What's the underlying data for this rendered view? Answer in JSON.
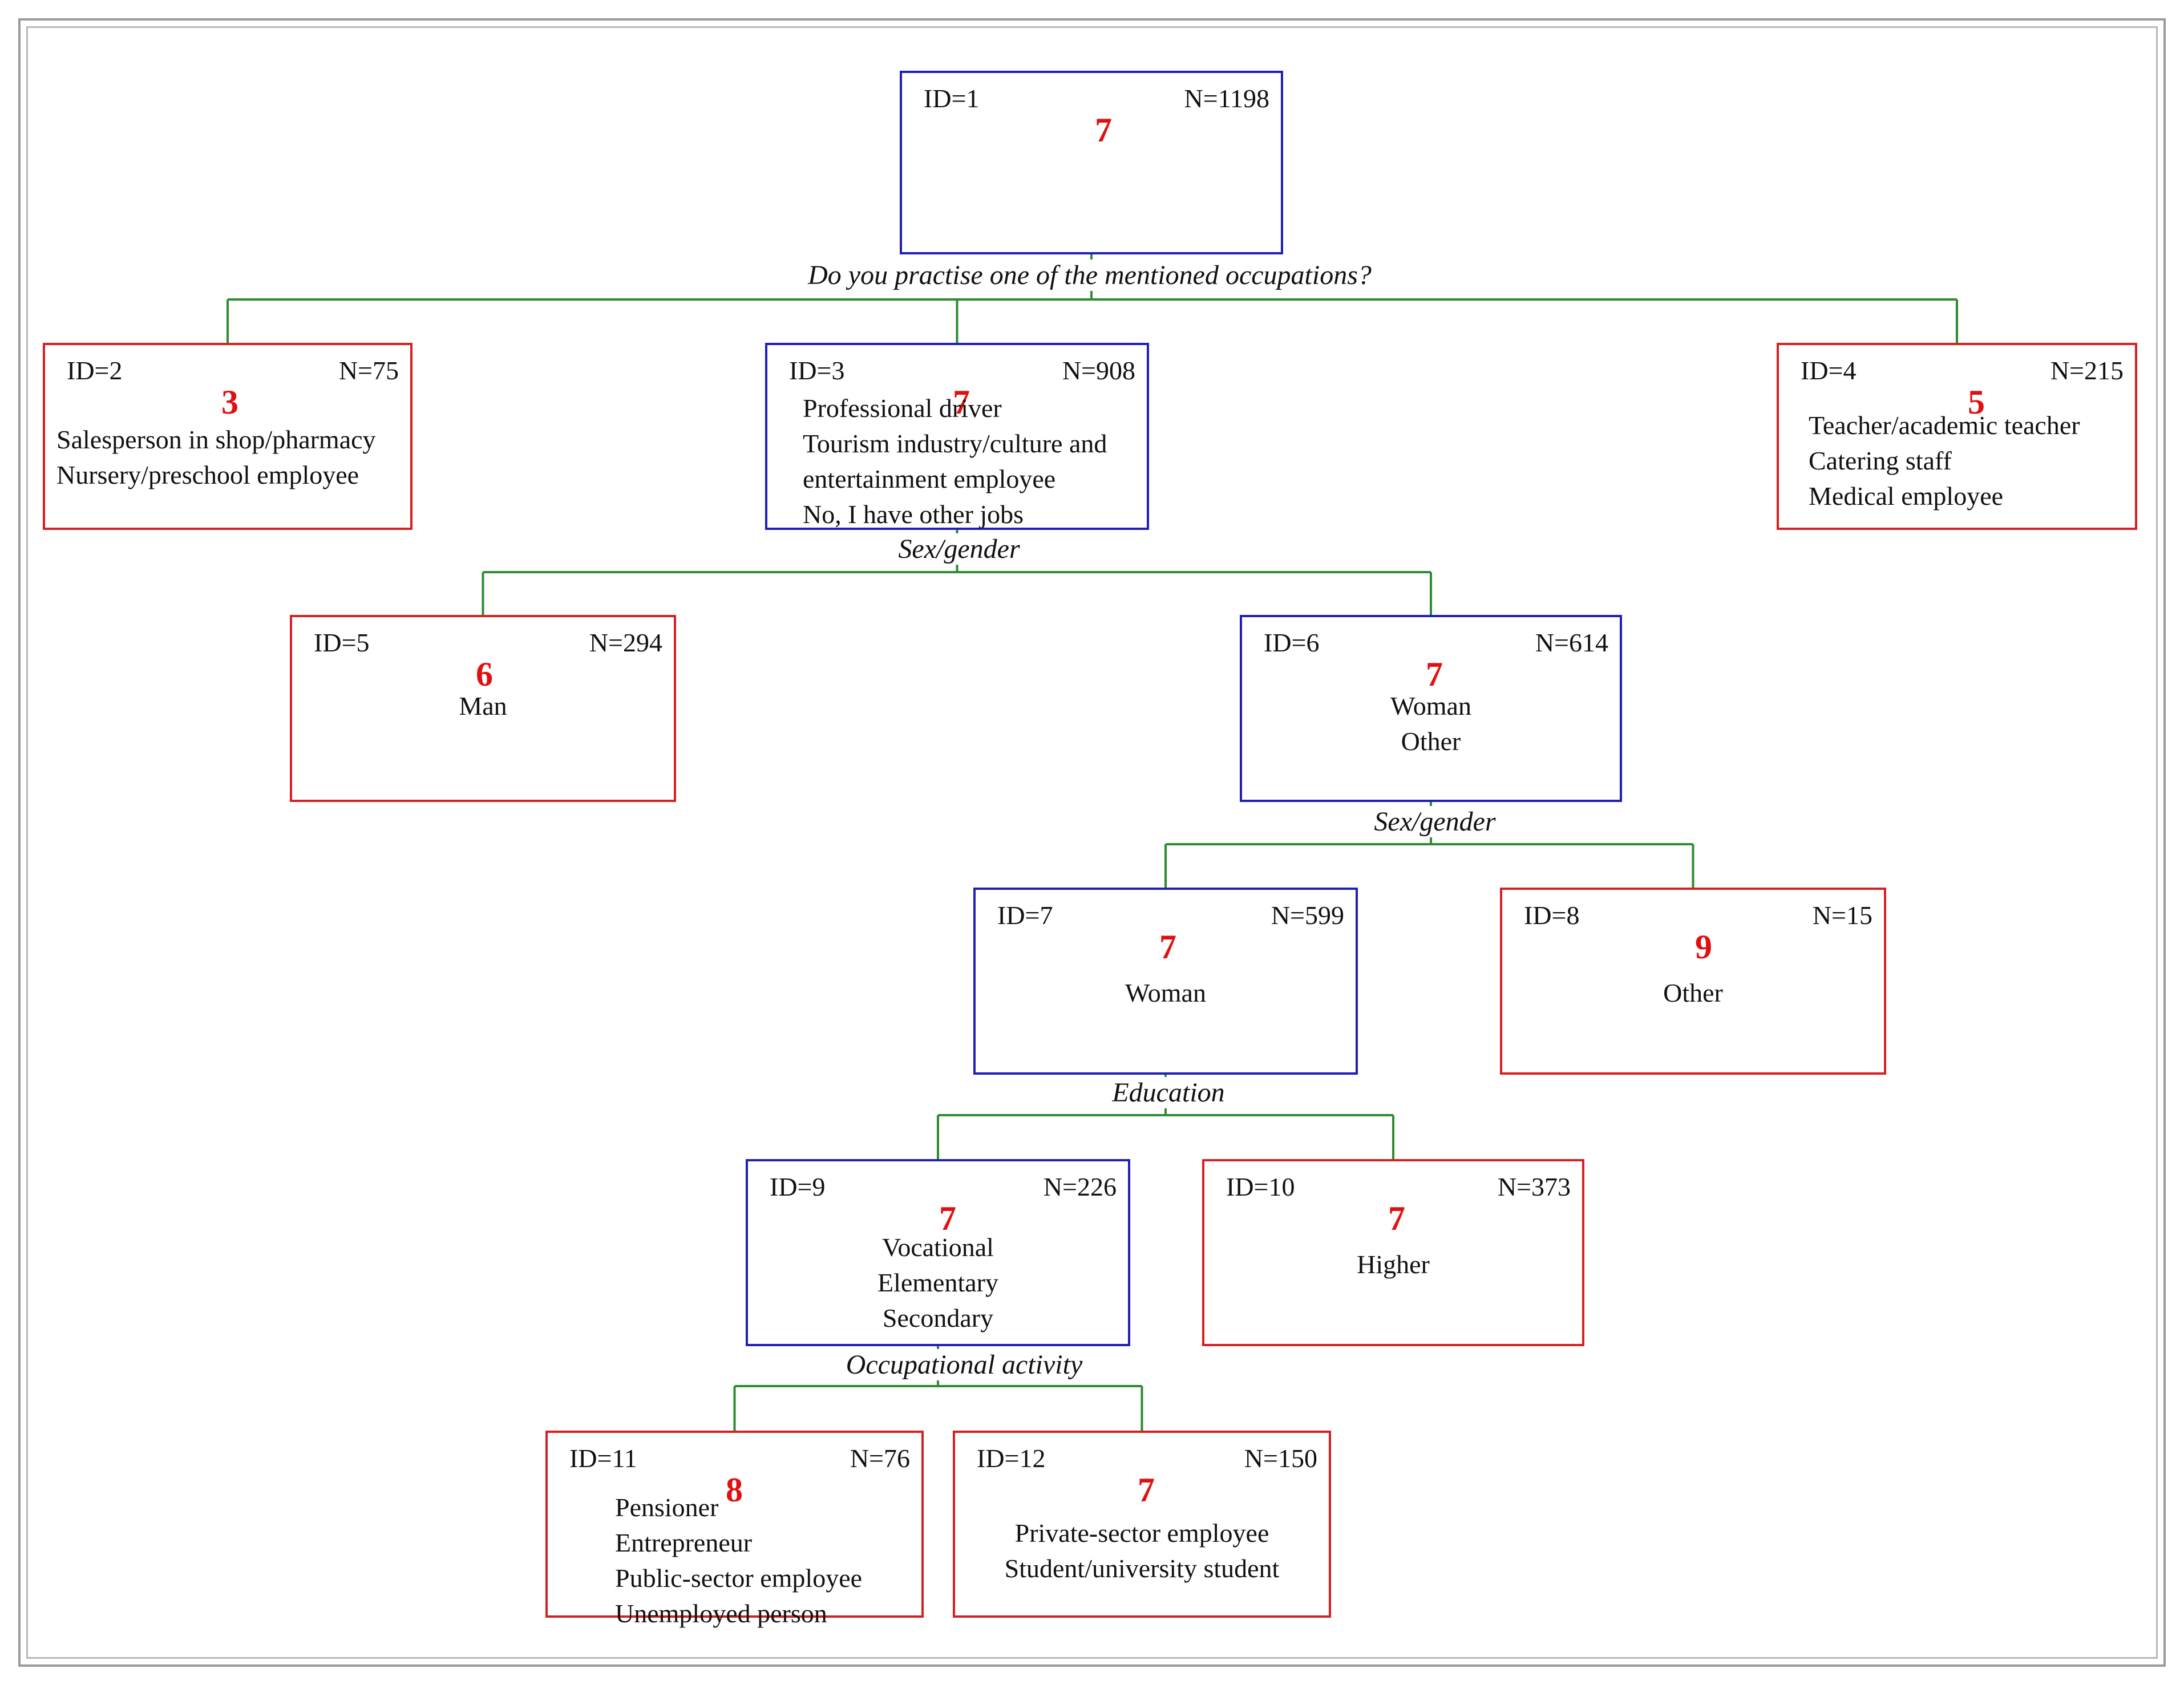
{
  "nodes": [
    {
      "id_label": "ID=1",
      "n_label": "N=1198",
      "value": "7",
      "color": "#1f1fb8",
      "categories": []
    },
    {
      "id_label": "ID=2",
      "n_label": "N=75",
      "value": "3",
      "color": "#d62020",
      "categories": [
        "Salesperson in shop/pharmacy",
        "Nursery/preschool employee"
      ]
    },
    {
      "id_label": "ID=3",
      "n_label": "N=908",
      "value": "7",
      "color": "#1f1fb8",
      "categories": [
        "Professional driver",
        "Tourism industry/culture and",
        "entertainment employee",
        "No, I have other jobs"
      ]
    },
    {
      "id_label": "ID=4",
      "n_label": "N=215",
      "value": "5",
      "color": "#d62020",
      "categories": [
        "Teacher/academic teacher",
        "Catering staff",
        "Medical employee"
      ]
    },
    {
      "id_label": "ID=5",
      "n_label": "N=294",
      "value": "6",
      "color": "#d62020",
      "categories": [
        "Man"
      ]
    },
    {
      "id_label": "ID=6",
      "n_label": "N=614",
      "value": "7",
      "color": "#1f1fb8",
      "categories": [
        "Woman",
        "Other"
      ]
    },
    {
      "id_label": "ID=7",
      "n_label": "N=599",
      "value": "7",
      "color": "#1f1fb8",
      "categories": [
        "Woman"
      ]
    },
    {
      "id_label": "ID=8",
      "n_label": "N=15",
      "value": "9",
      "color": "#d62020",
      "categories": [
        "Other"
      ]
    },
    {
      "id_label": "ID=9",
      "n_label": "N=226",
      "value": "7",
      "color": "#1f1fb8",
      "categories": [
        "Vocational",
        "Elementary",
        "Secondary"
      ]
    },
    {
      "id_label": "ID=10",
      "n_label": "N=373",
      "value": "7",
      "color": "#d62020",
      "categories": [
        "Higher"
      ]
    },
    {
      "id_label": "ID=11",
      "n_label": "N=76",
      "value": "8",
      "color": "#d62020",
      "categories": [
        "Pensioner",
        "Entrepreneur",
        "Public-sector employee",
        "Unemployed person"
      ]
    },
    {
      "id_label": "ID=12",
      "n_label": "N=150",
      "value": "7",
      "color": "#d62020",
      "categories": [
        "Private-sector employee",
        "Student/university student"
      ]
    }
  ],
  "splits": [
    "Do you practise one of the mentioned occupations?",
    "Sex/gender",
    "Sex/gender",
    "Education",
    "Occupational activity"
  ],
  "colors": {
    "connector": "#2e8b2e",
    "internal_node": "#1f1fb8",
    "terminal_node": "#d62020",
    "value": "#e01010"
  }
}
